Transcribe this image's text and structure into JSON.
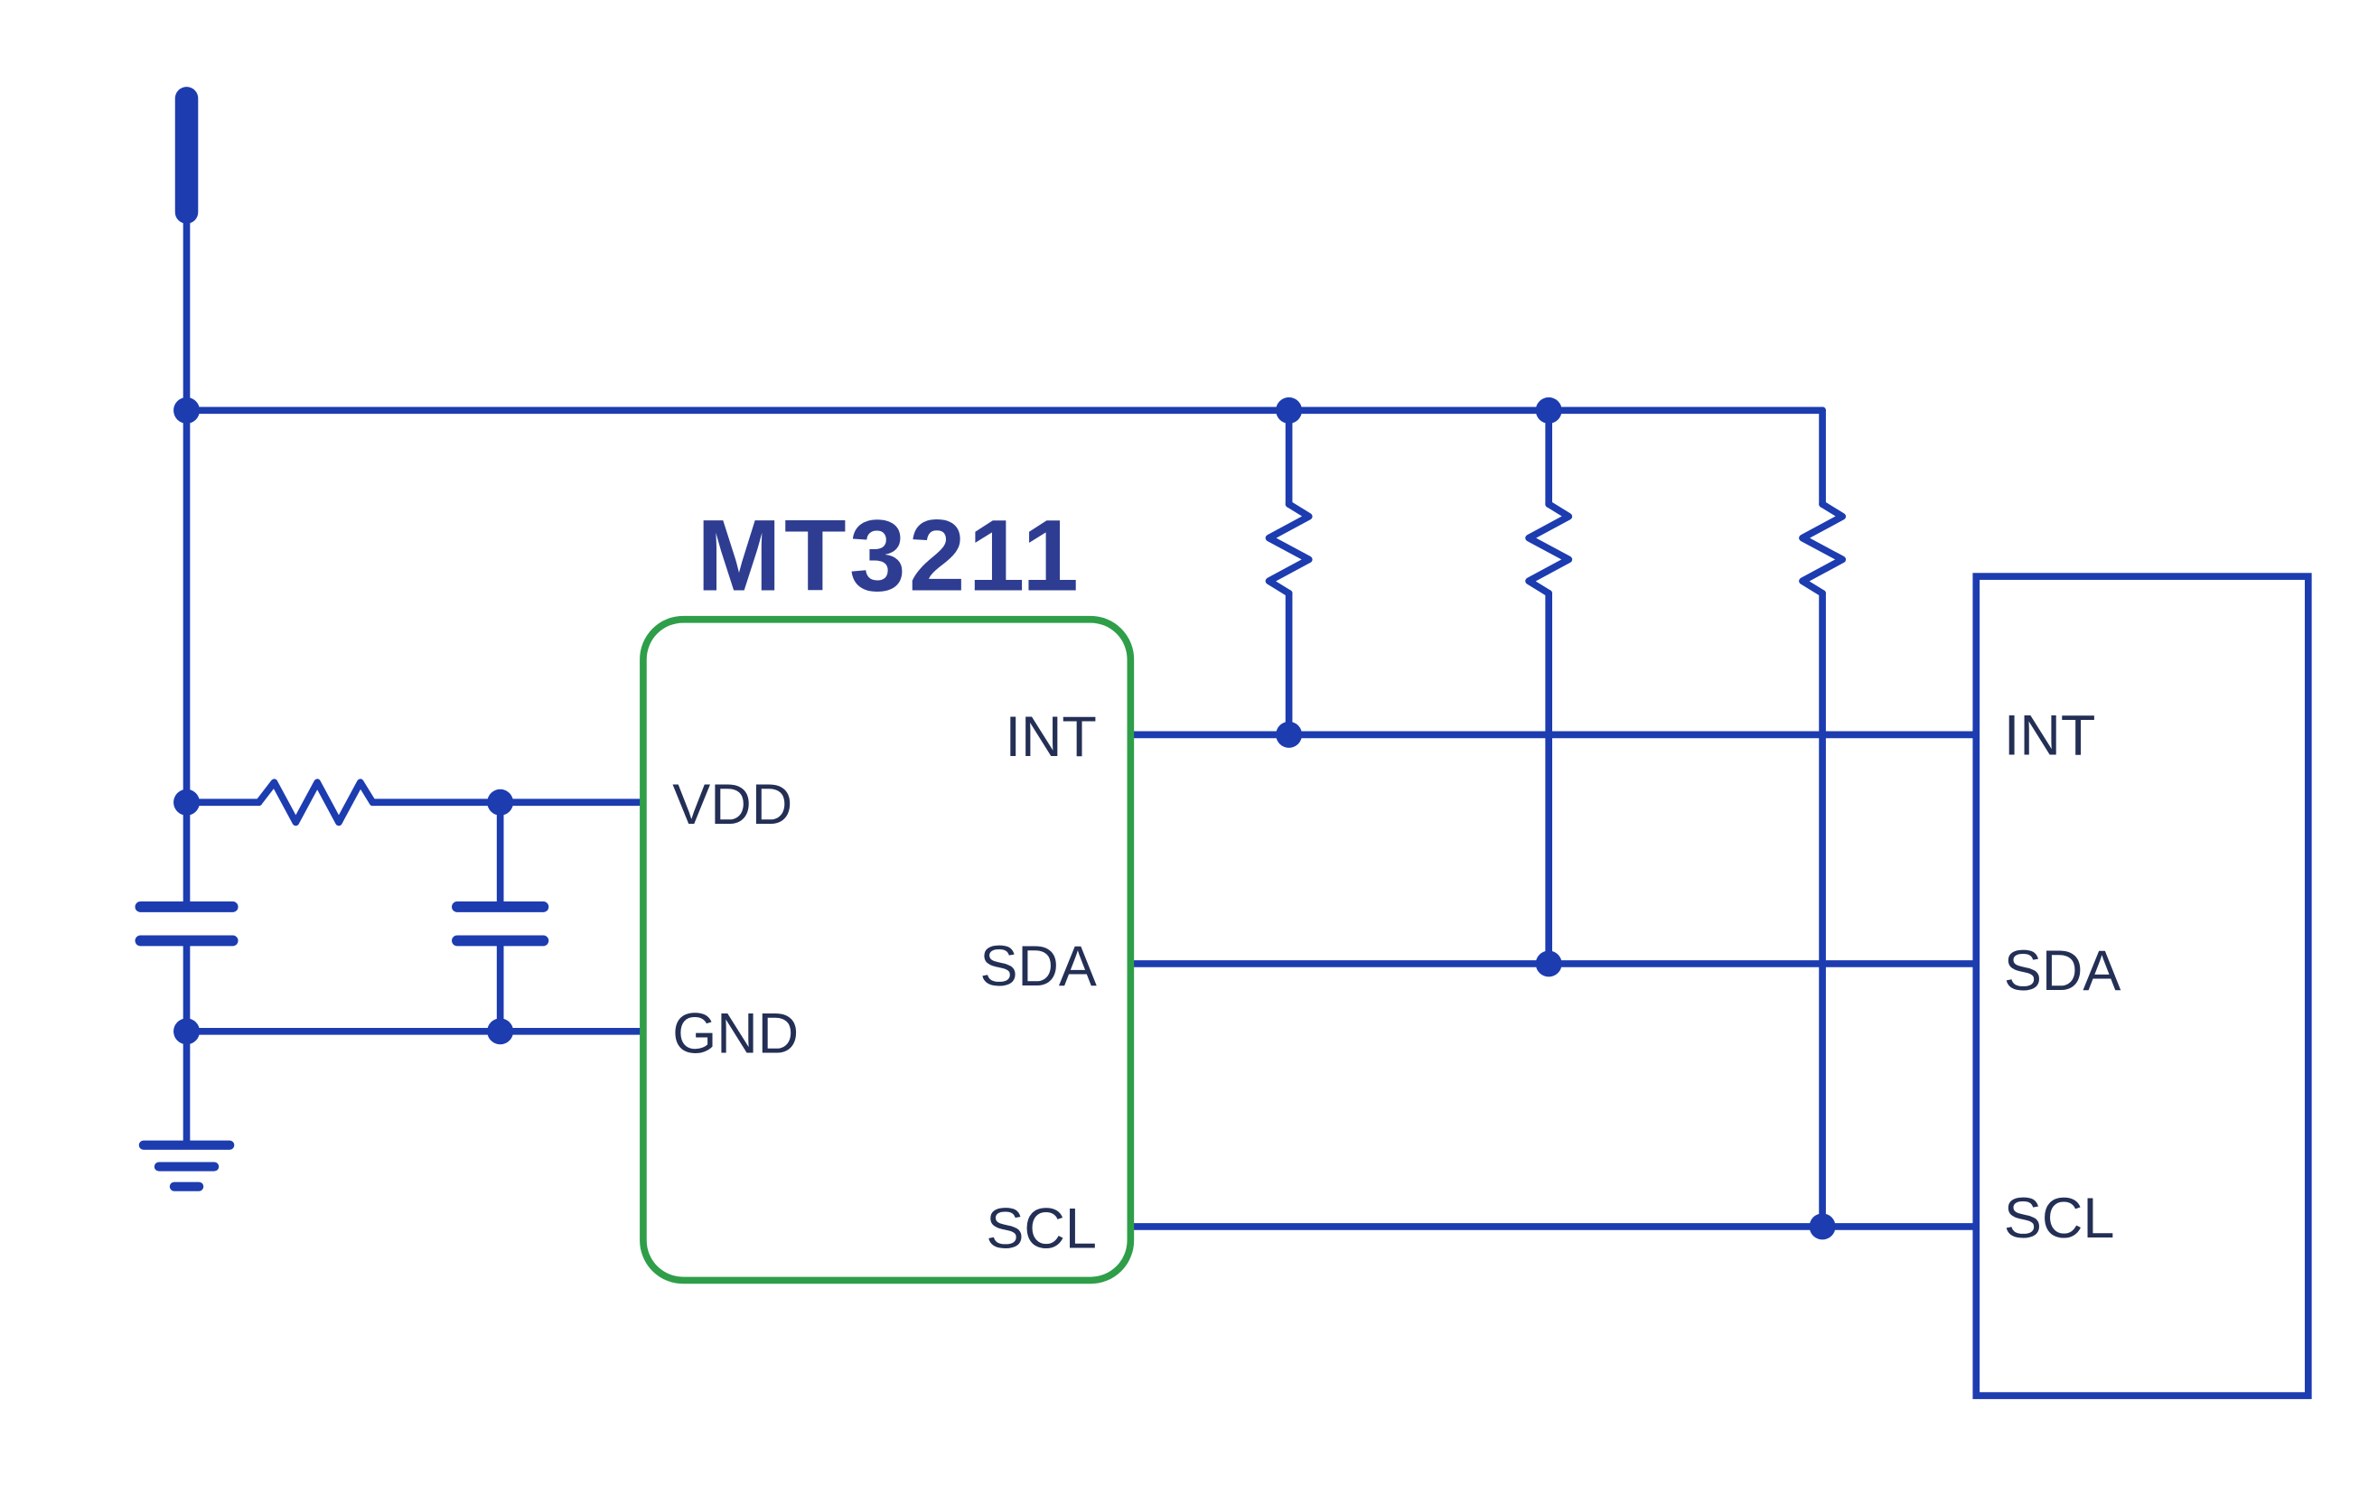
{
  "diagram": {
    "title": "MT3211",
    "chip": {
      "pins": {
        "vdd": "VDD",
        "gnd": "GND",
        "int": "INT",
        "sda": "SDA",
        "scl": "SCL"
      }
    },
    "host": {
      "pins": {
        "int": "INT",
        "sda": "SDA",
        "scl": "SCL"
      }
    },
    "colors": {
      "wire": "#1c3cb0",
      "chip_border": "#2f9e49",
      "pin_label": "#232f55",
      "title": "#2e3d91"
    }
  }
}
